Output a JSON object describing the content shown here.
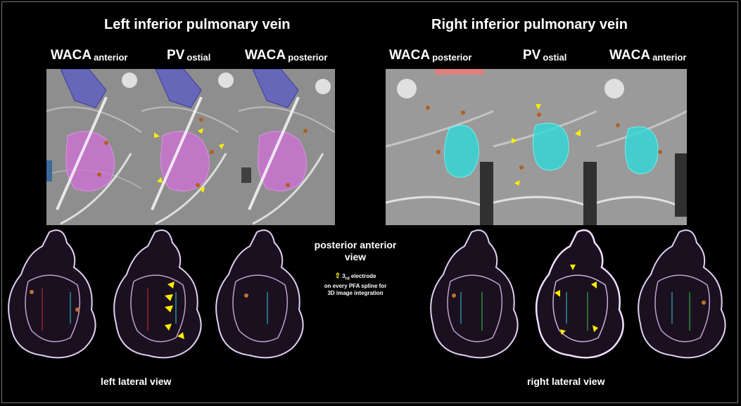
{
  "titles": {
    "left": "Left inferior pulmonary vein",
    "right": "Right inferior pulmonary vein"
  },
  "left_columns": [
    {
      "main": "WACA",
      "sub": "anterior"
    },
    {
      "main": "PV",
      "sub": "ostial"
    },
    {
      "main": "WACA",
      "sub": "posterior"
    }
  ],
  "right_columns": [
    {
      "main": "WACA",
      "sub": "posterior"
    },
    {
      "main": "PV",
      "sub": "ostial"
    },
    {
      "main": "WACA",
      "sub": "anterior"
    }
  ],
  "center": {
    "view_line1": "posterior anterior",
    "view_line2": "view",
    "legend_main": "3",
    "legend_sub": "rd",
    "legend_tail": " electrode",
    "legend_line2": "on every PFA spline for",
    "legend_line3": "3D image integration"
  },
  "captions": {
    "left": "left lateral view",
    "right": "right lateral view"
  },
  "colors": {
    "left_atrium_overlay": "#d070d8",
    "left_appendage_overlay": "#5a5ac8",
    "right_vein_overlay": "#30d8d8",
    "arrow": "#ffee00",
    "background": "#000000"
  },
  "icons": [
    "arrow-up-icon"
  ]
}
